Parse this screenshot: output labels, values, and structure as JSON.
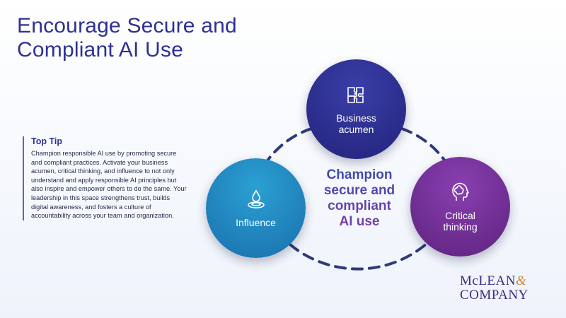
{
  "title": {
    "line1": "Encourage Secure and",
    "line2": "Compliant AI Use"
  },
  "top_tip": {
    "heading": "Top Tip",
    "body": "Champion responsible AI use by promoting secure and compliant practices. Activate your business acumen, critical thinking, and influence to not only understand and apply responsible AI principles but also inspire and empower others to do the same. Your leadership in this space strengthens trust, builds digital awareness, and fosters a culture of accountability across your team and organization."
  },
  "circles": [
    {
      "label": "Business\nacumen",
      "icon": "puzzle-icon",
      "color": "#2e3191"
    },
    {
      "label": "Influence",
      "icon": "water-drop-icon",
      "color": "#1f86c1"
    },
    {
      "label": "Critical\nthinking",
      "icon": "head-brain-icon",
      "color": "#6f2c91"
    }
  ],
  "center": {
    "line1": "Champion",
    "line2": "secure and",
    "line3": "compliant",
    "line4": "AI use"
  },
  "logo": {
    "line1": "McLEAN",
    "amp": "&",
    "line2": "COMPANY"
  },
  "colors": {
    "title": "#2e3191",
    "dash": "#2f3a7a",
    "logo": "#3a2b84",
    "logo_amp": "#c48a3a"
  }
}
